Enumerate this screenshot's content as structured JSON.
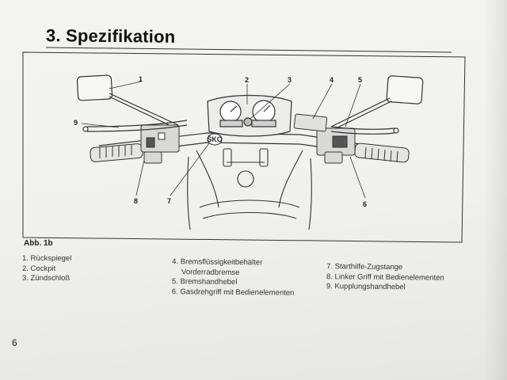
{
  "page": {
    "section_title": "3. Spezifikation",
    "page_number": "6"
  },
  "figure": {
    "label": "Abb. 1b",
    "callouts": [
      "1",
      "2",
      "3",
      "4",
      "5",
      "9",
      "8",
      "7",
      "6"
    ],
    "ignition_badge": "ŠKO"
  },
  "legend": {
    "col1": [
      "1. Rückspiegel",
      "2. Cockpit",
      "3. Zündschloß"
    ],
    "col2": [
      "4. Bremsflüssigkeitbehälter",
      "Vorderradbremse",
      "5. Bremshandhebel",
      "6. Gasdrehgriff mit Bedienelementen"
    ],
    "col3": [
      "7. Starthilfe-Zugstange",
      "8. Linker Griff mit Bedienelementen",
      "9. Kupplungshandhebel"
    ]
  }
}
